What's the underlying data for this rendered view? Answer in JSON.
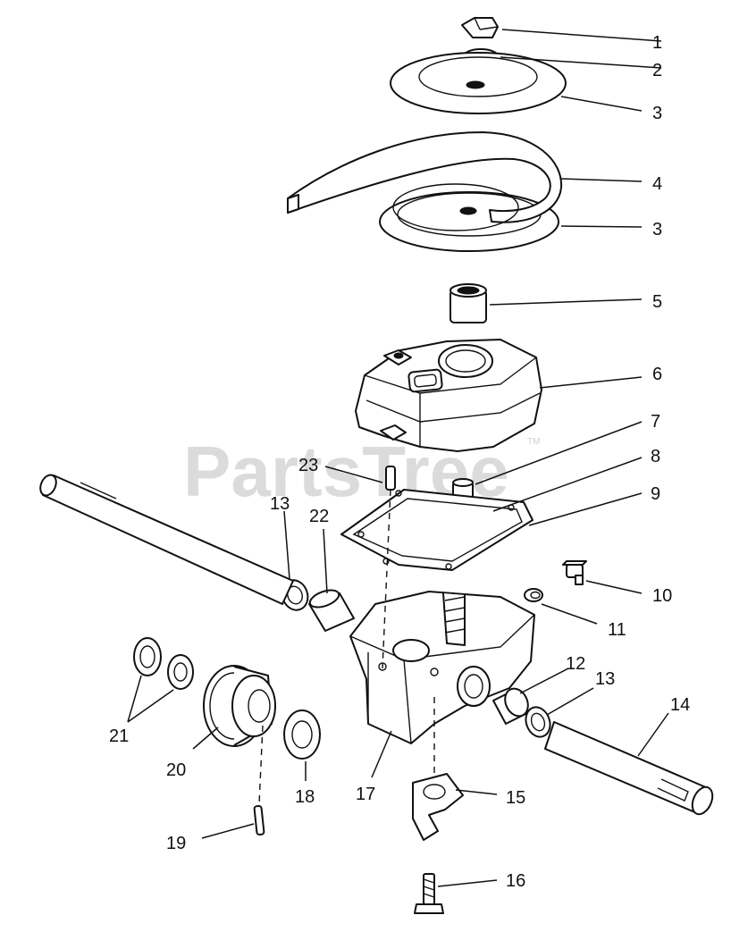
{
  "watermark": {
    "text": "PartsTree",
    "trademark": "TM"
  },
  "callouts": {
    "c1": "1",
    "c2": "2",
    "c3a": "3",
    "c4": "4",
    "c3b": "3",
    "c5": "5",
    "c6": "6",
    "c7": "7",
    "c8": "8",
    "c9": "9",
    "c10": "10",
    "c11": "11",
    "c12": "12",
    "c13a": "13",
    "c13b": "13",
    "c14": "14",
    "c15": "15",
    "c16": "16",
    "c17": "17",
    "c18": "18",
    "c19": "19",
    "c20": "20",
    "c21": "21",
    "c22": "22",
    "c23": "23"
  },
  "colors": {
    "line": "#111111",
    "background": "#ffffff",
    "watermark": "#cfcfcf"
  }
}
